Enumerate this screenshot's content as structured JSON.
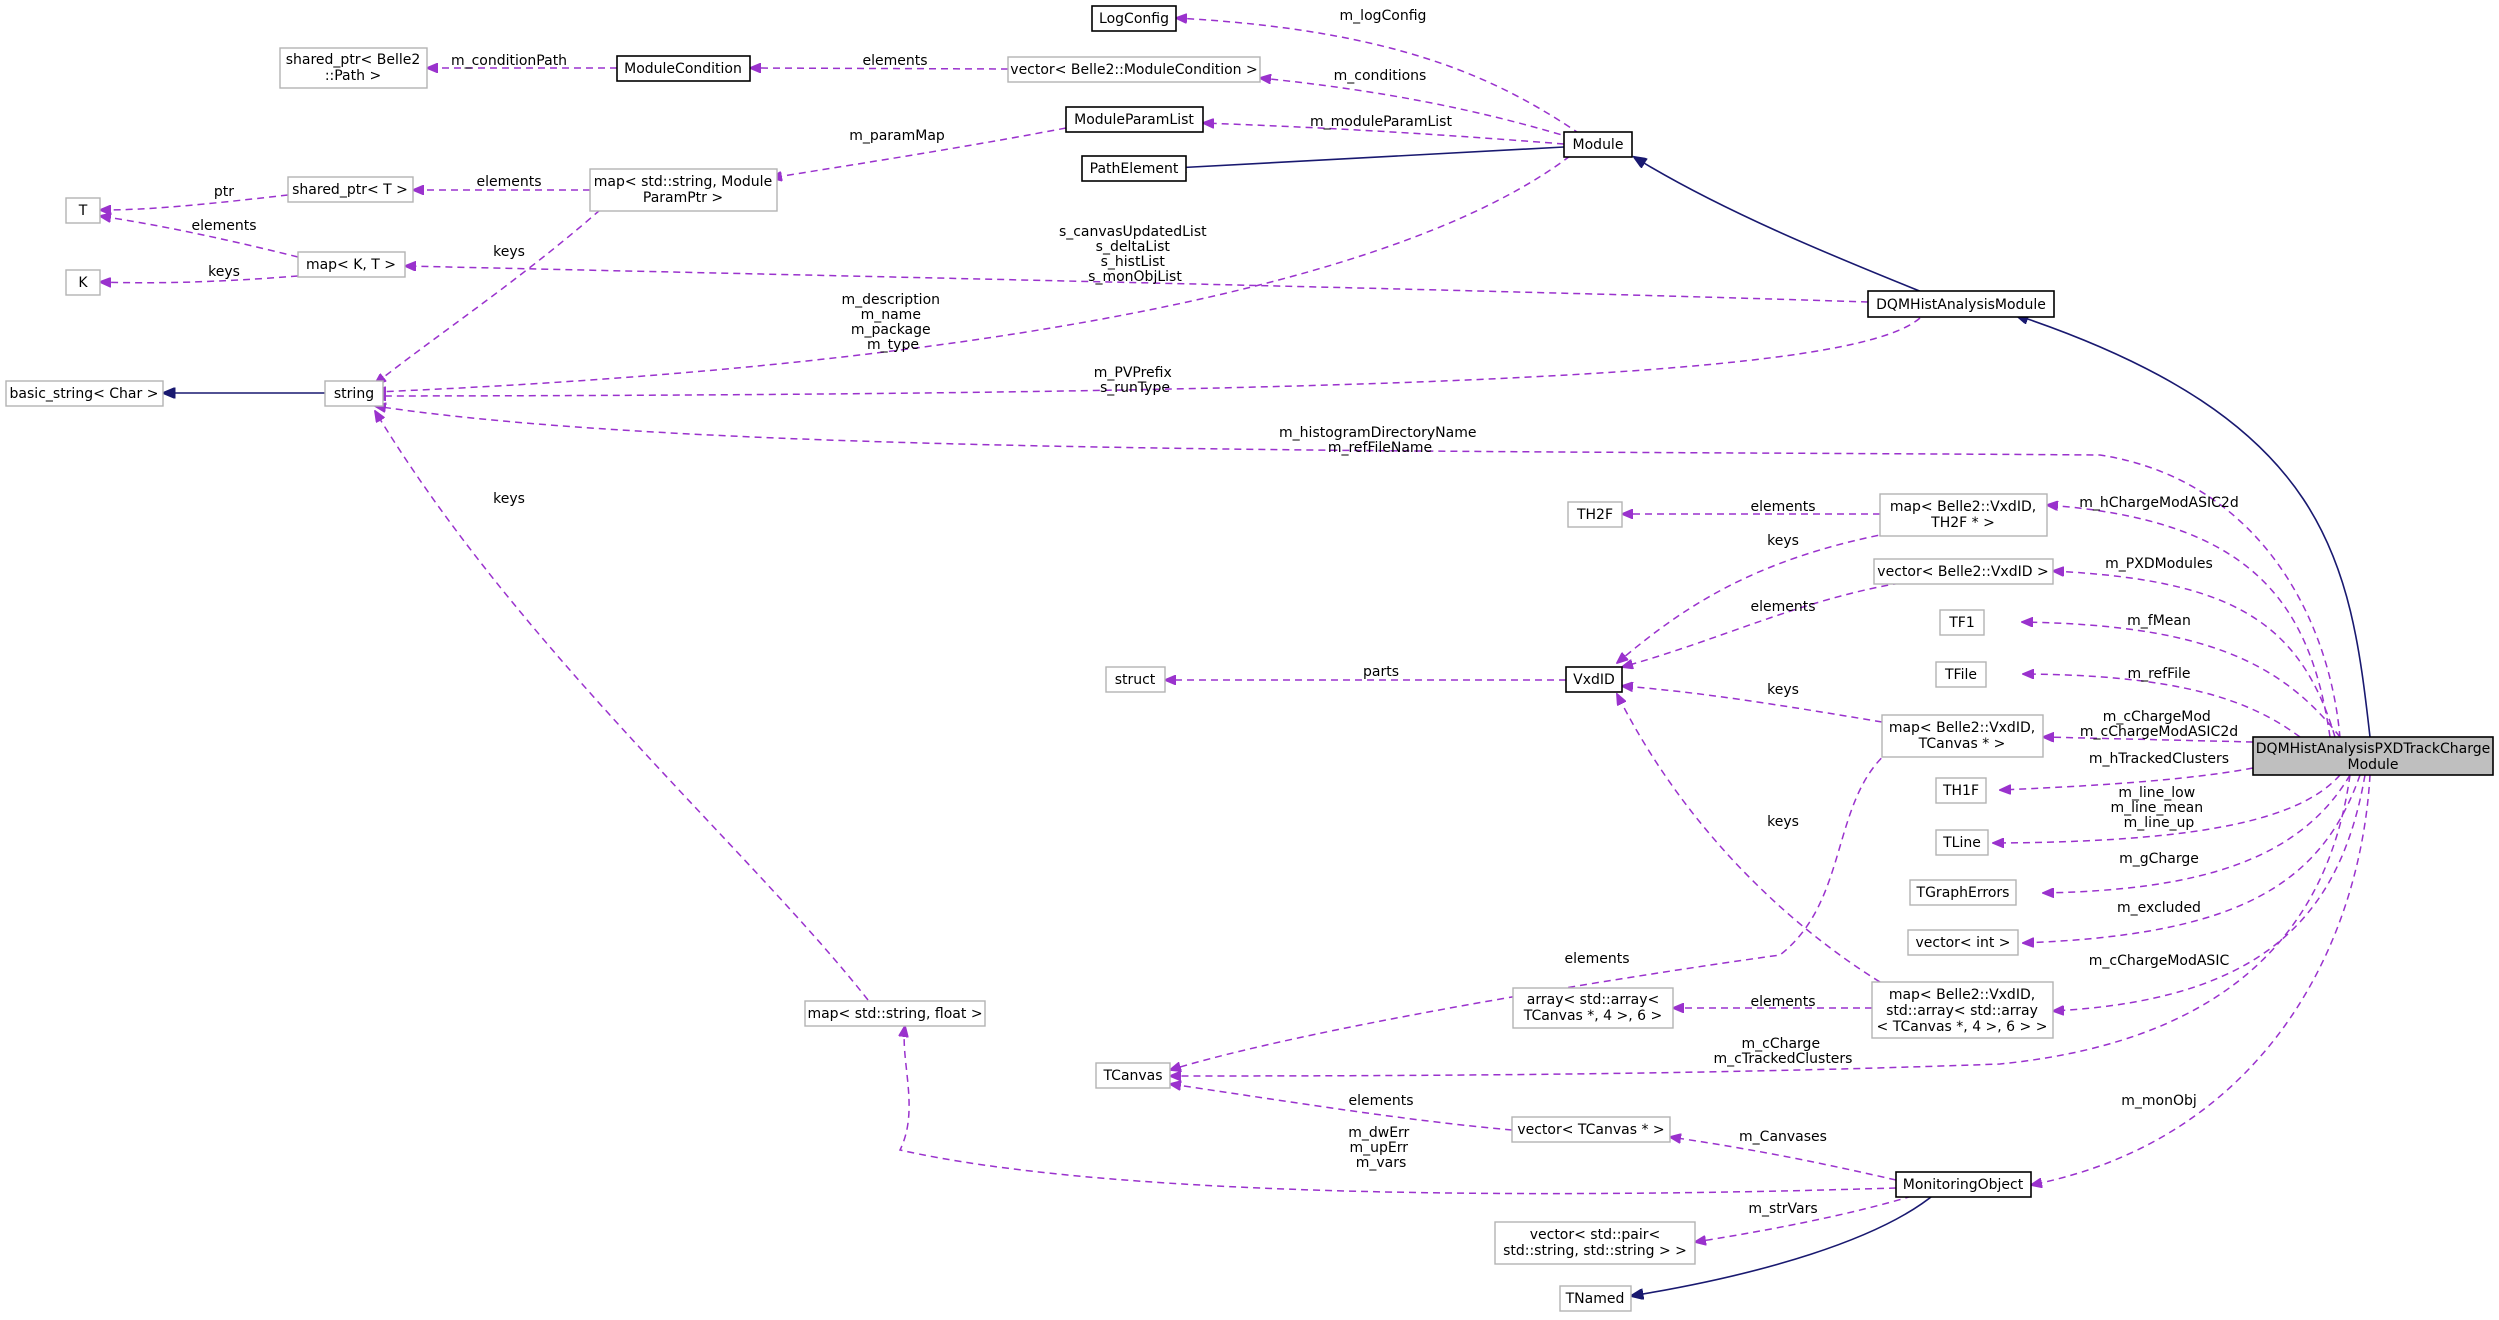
{
  "colors": {
    "usage_edge": "#9a32cd",
    "inherit_edge": "#191970",
    "gray_border": "#b3b3b3",
    "main_fill": "#bfbfbf"
  },
  "nodes": {
    "logconfig": [
      "LogConfig"
    ],
    "shared_path": [
      "shared_ptr< Belle2",
      "::Path >"
    ],
    "modulecondition": [
      "ModuleCondition"
    ],
    "vector_modcond": [
      "vector< Belle2::ModuleCondition >"
    ],
    "moduleparamlist": [
      "ModuleParamList"
    ],
    "map_param": [
      "map< std::string, Module",
      "ParamPtr >"
    ],
    "shared_t": [
      "shared_ptr< T >"
    ],
    "t": [
      "T"
    ],
    "pathelement": [
      "PathElement"
    ],
    "module": [
      "Module"
    ],
    "map_kt": [
      "map< K, T >"
    ],
    "k": [
      "K"
    ],
    "dqmhist": [
      "DQMHistAnalysisModule"
    ],
    "basic_string": [
      "basic_string< Char >"
    ],
    "string": [
      "string"
    ],
    "th2f": [
      "TH2F"
    ],
    "map_th2f": [
      "map< Belle2::VxdID,",
      "TH2F * >"
    ],
    "vector_vxd": [
      "vector< Belle2::VxdID >"
    ],
    "tf1": [
      "TF1"
    ],
    "struct": [
      "struct"
    ],
    "vxdid": [
      "VxdID"
    ],
    "tfile": [
      "TFile"
    ],
    "map_tcanvas": [
      "map< Belle2::VxdID,",
      "TCanvas * >"
    ],
    "main": [
      "DQMHistAnalysisPXDTrackCharge",
      "Module"
    ],
    "th1f": [
      "TH1F"
    ],
    "tline": [
      "TLine"
    ],
    "tgraph": [
      "TGraphErrors"
    ],
    "vector_int": [
      "vector< int >"
    ],
    "array_tc": [
      "array< std::array<",
      "TCanvas *, 4 >, 6 >"
    ],
    "map_arr": [
      "map< Belle2::VxdID,",
      "std::array< std::array",
      "< TCanvas *, 4 >, 6 > >"
    ],
    "map_sf": [
      "map< std::string, float >"
    ],
    "tcanvas": [
      "TCanvas"
    ],
    "vector_tc": [
      "vector< TCanvas * >"
    ],
    "monobj": [
      "MonitoringObject"
    ],
    "vector_pair": [
      "vector< std::pair<",
      "std::string, std::string > >"
    ],
    "tnamed": [
      "TNamed"
    ]
  },
  "edge_labels": {
    "m_logconfig": [
      "m_logConfig"
    ],
    "m_conditionpath": [
      "m_conditionPath"
    ],
    "elements_modcond": [
      "elements"
    ],
    "m_conditions": [
      "m_conditions"
    ],
    "m_parammap": [
      "m_paramMap"
    ],
    "m_moduleparamlist": [
      "m_moduleParamList"
    ],
    "elements_shared": [
      "elements"
    ],
    "ptr": [
      "ptr"
    ],
    "elements_mapkt": [
      "elements"
    ],
    "keys_k": [
      "keys"
    ],
    "keys_mapparam": [
      "keys"
    ],
    "dqm_lists": [
      "s_canvasUpdatedList",
      "s_deltaList",
      "s_histList",
      "s_monObjList"
    ],
    "module_strings": [
      "m_description",
      "m_name",
      "m_package",
      "m_type"
    ],
    "pv_prefix": [
      "m_PVPrefix",
      "s_runType"
    ],
    "histdir": [
      "m_histogramDirectoryName",
      "m_refFileName"
    ],
    "keys_mapsf": [
      "keys"
    ],
    "elements_th2f": [
      "elements"
    ],
    "m_hchargemodasic2d": [
      "m_hChargeModASIC2d"
    ],
    "keys_mapth2f": [
      "keys"
    ],
    "m_pxdmodules": [
      "m_PXDModules"
    ],
    "elements_vecvxd": [
      "elements"
    ],
    "m_fmean": [
      "m_fMean"
    ],
    "parts": [
      "parts"
    ],
    "m_reffile": [
      "m_refFile"
    ],
    "keys_maptc": [
      "keys"
    ],
    "m_cchargemod": [
      "m_cChargeMod",
      "m_cChargeModASIC2d"
    ],
    "m_htracked": [
      "m_hTrackedClusters"
    ],
    "m_lines": [
      "m_line_low",
      "m_line_mean",
      "m_line_up"
    ],
    "m_gcharge": [
      "m_gCharge"
    ],
    "m_excluded": [
      "m_excluded"
    ],
    "keys_maparr": [
      "keys"
    ],
    "elements_maptc": [
      "elements"
    ],
    "m_cchargemodasic": [
      "m_cChargeModASIC"
    ],
    "elements_maparr": [
      "elements"
    ],
    "m_ccharge": [
      "m_cCharge",
      "m_cTrackedClusters"
    ],
    "elements_vectc": [
      "elements"
    ],
    "m_canvases": [
      "m_Canvases"
    ],
    "m_monobj": [
      "m_monObj"
    ],
    "m_errs": [
      "m_dwErr",
      "m_upErr",
      "m_vars"
    ],
    "m_strvars": [
      "m_strVars"
    ]
  }
}
